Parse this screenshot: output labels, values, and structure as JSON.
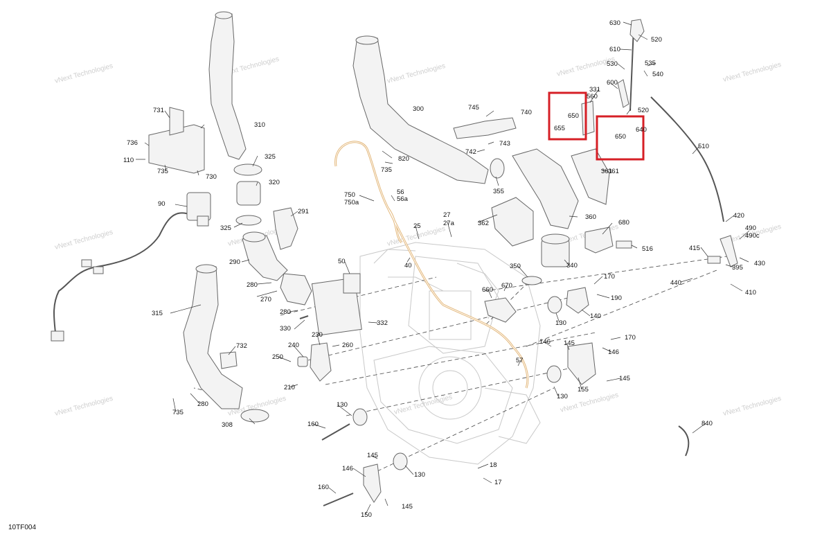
{
  "diagram": {
    "code": "10TF004",
    "watermark": "vNext Technologies",
    "highlight_color": "#d61f26",
    "labels": [
      "630",
      "520",
      "610",
      "535",
      "530",
      "540",
      "600",
      "331",
      "560",
      "520",
      "650",
      "655",
      "650",
      "640",
      "745",
      "740",
      "742",
      "743",
      "820",
      "735",
      "300",
      "310",
      "731",
      "736",
      "110",
      "735",
      "730",
      "325",
      "320",
      "291",
      "90",
      "325",
      "290",
      "280",
      "270",
      "280",
      "330",
      "315",
      "732",
      "280",
      "735",
      "308",
      "750",
      "750a",
      "56",
      "56a",
      "27",
      "27a",
      "25",
      "362",
      "360",
      "361",
      "355",
      "680",
      "516",
      "350",
      "340",
      "50",
      "40",
      "332",
      "660",
      "670",
      "170",
      "190",
      "140",
      "130",
      "146",
      "145",
      "170",
      "146",
      "145",
      "130",
      "155",
      "57",
      "240",
      "230",
      "260",
      "250",
      "210",
      "130",
      "160",
      "145",
      "146",
      "130",
      "18",
      "17",
      "160",
      "145",
      "150",
      "510",
      "420",
      "490",
      "490c",
      "415",
      "395",
      "430",
      "440",
      "410",
      "840",
      "361"
    ]
  }
}
